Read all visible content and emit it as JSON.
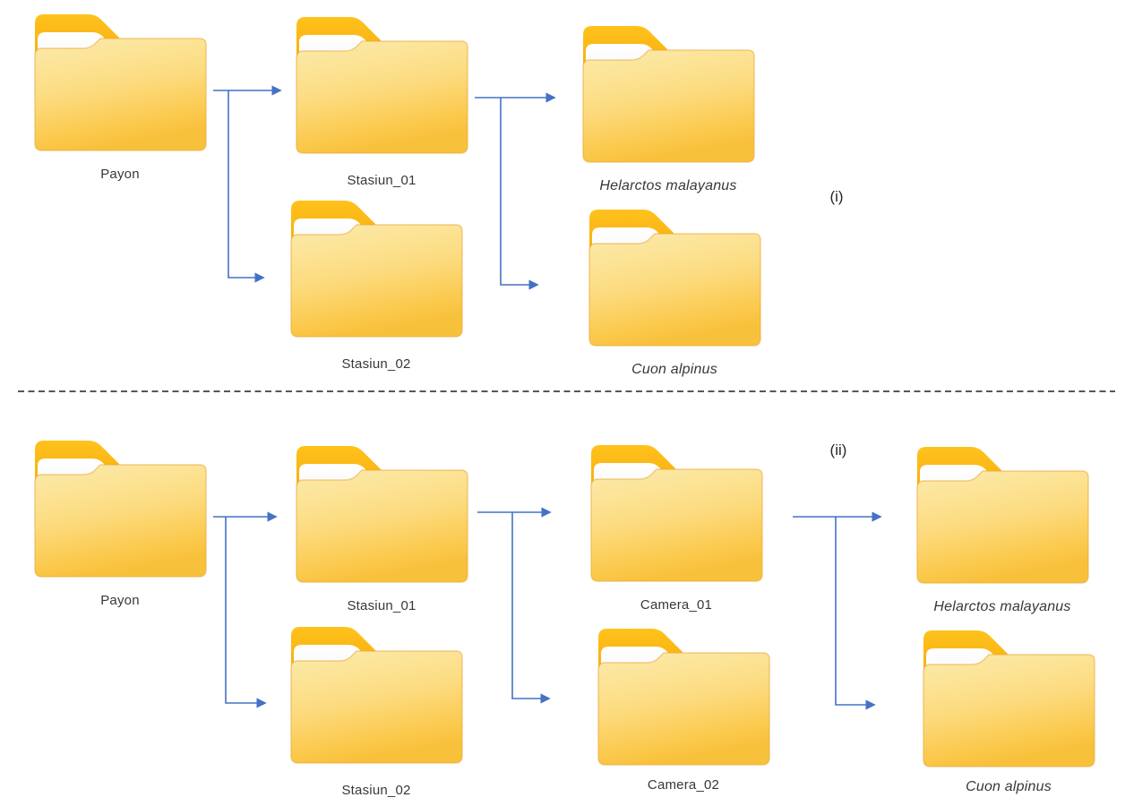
{
  "diagram": {
    "description": "Folder structure diagram with two alternative hierarchies separated by a dashed line",
    "colors": {
      "arrow": "#4472C4",
      "separator": "#575757",
      "folder_tab": "#FBB10E",
      "folder_front_top": "#FBEBAD",
      "folder_front_bottom": "#FBC63F",
      "label_text": "#383838"
    },
    "sections": [
      {
        "label": "(i)",
        "folders": [
          {
            "label": "Payon",
            "italic": false
          },
          {
            "label": "Stasiun_01",
            "italic": false
          },
          {
            "label": "Stasiun_02",
            "italic": false
          },
          {
            "label": "Helarctos malayanus",
            "italic": true
          },
          {
            "label": "Cuon alpinus",
            "italic": true
          }
        ],
        "edges": [
          {
            "from": "Payon",
            "to": "Stasiun_01"
          },
          {
            "from": "Payon",
            "to": "Stasiun_02"
          },
          {
            "from": "Stasiun_01",
            "to": "Helarctos malayanus"
          },
          {
            "from": "Stasiun_01",
            "to": "Cuon alpinus"
          }
        ]
      },
      {
        "label": "(ii)",
        "folders": [
          {
            "label": "Payon",
            "italic": false
          },
          {
            "label": "Stasiun_01",
            "italic": false
          },
          {
            "label": "Stasiun_02",
            "italic": false
          },
          {
            "label": "Camera_01",
            "italic": false
          },
          {
            "label": "Camera_02",
            "italic": false
          },
          {
            "label": "Helarctos malayanus",
            "italic": true
          },
          {
            "label": "Cuon alpinus",
            "italic": true
          }
        ],
        "edges": [
          {
            "from": "Payon",
            "to": "Stasiun_01"
          },
          {
            "from": "Payon",
            "to": "Stasiun_02"
          },
          {
            "from": "Stasiun_01",
            "to": "Camera_01"
          },
          {
            "from": "Stasiun_01",
            "to": "Camera_02"
          },
          {
            "from": "Camera_01",
            "to": "Helarctos malayanus"
          },
          {
            "from": "Camera_01",
            "to": "Cuon alpinus"
          }
        ]
      }
    ]
  }
}
